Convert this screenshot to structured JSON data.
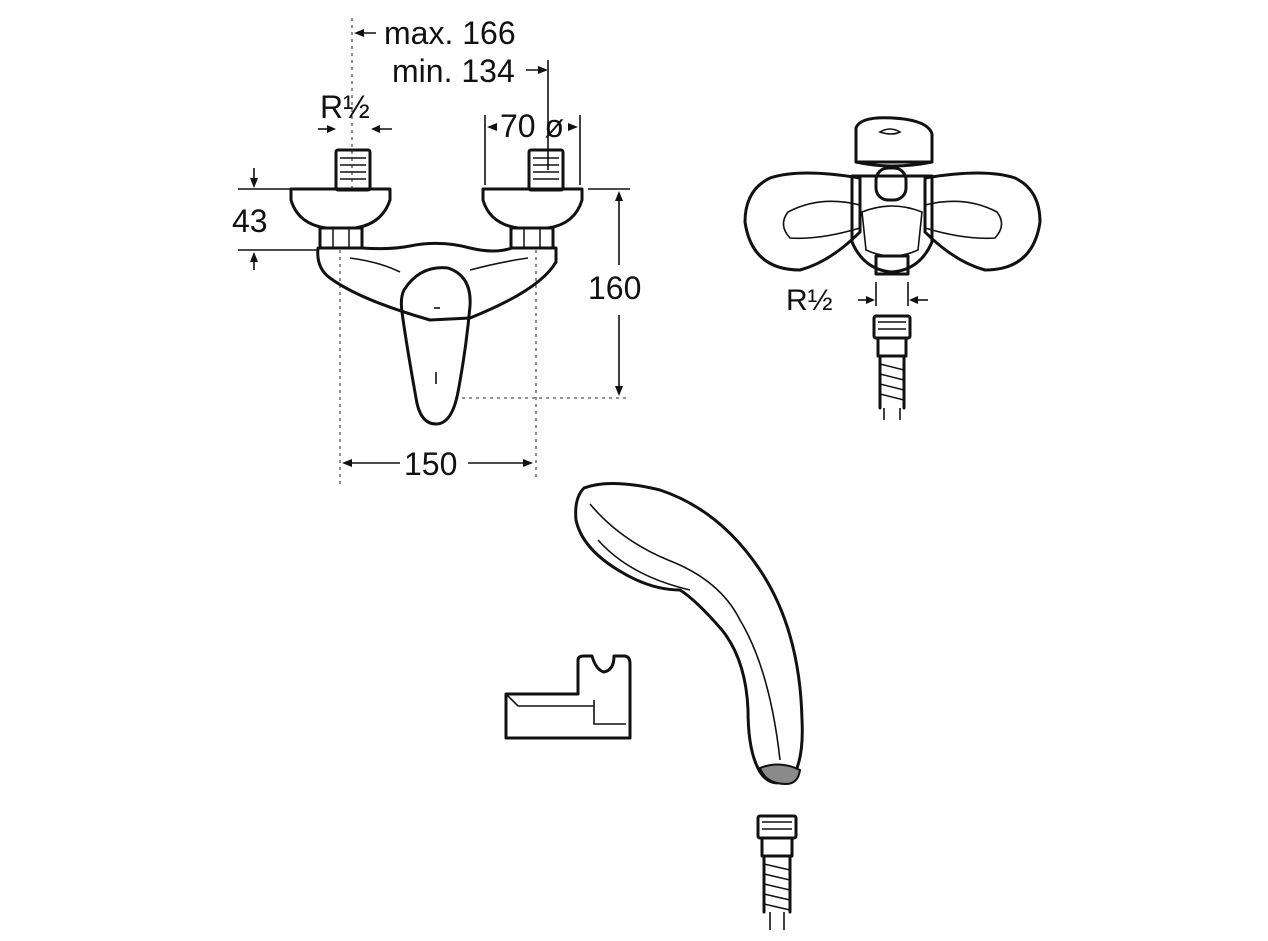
{
  "dimensions": {
    "max_width": "max. 166",
    "min_width": "min. 134",
    "thread_left": "R",
    "thread_left_frac": "½",
    "flange_diameter": "70 ø",
    "body_height": "43",
    "total_height": "160",
    "center_distance": "150",
    "thread_right": "R",
    "thread_right_frac": "½"
  },
  "colors": {
    "ink": "#111111",
    "fill_gray": "#8a8a8a",
    "background": "#ffffff"
  }
}
